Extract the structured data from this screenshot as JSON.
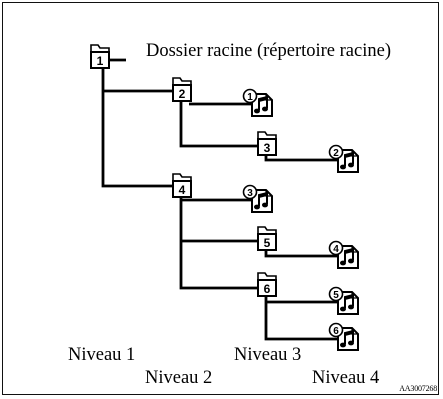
{
  "root_label": "Dossier racine (répertoire racine)",
  "levels": [
    "Niveau 1",
    "Niveau 2",
    "Niveau 3",
    "Niveau 4"
  ],
  "reference_code": "AA3007268",
  "folders": [
    {
      "label": "1",
      "level": 1
    },
    {
      "label": "2",
      "level": 2
    },
    {
      "label": "3",
      "level": 3
    },
    {
      "label": "4",
      "level": 2
    },
    {
      "label": "5",
      "level": 3
    },
    {
      "label": "6",
      "level": 3
    }
  ],
  "tracks": [
    {
      "label": "1",
      "folder": "2",
      "level": 3
    },
    {
      "label": "2",
      "folder": "3",
      "level": 4
    },
    {
      "label": "3",
      "folder": "4",
      "level": 3
    },
    {
      "label": "4",
      "folder": "5",
      "level": 4
    },
    {
      "label": "5",
      "folder": "6",
      "level": 4
    },
    {
      "label": "6",
      "folder": "6",
      "level": 4
    }
  ],
  "colors": {
    "line": "#000000",
    "background": "#ffffff"
  },
  "icon_names": {
    "folder": "folder-icon",
    "track": "music-note-icon"
  }
}
